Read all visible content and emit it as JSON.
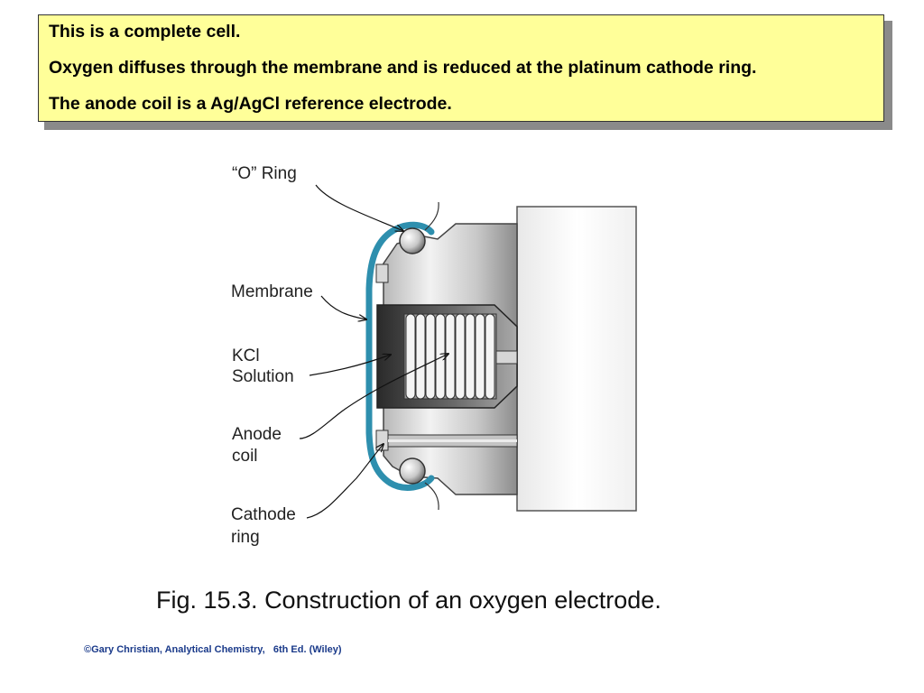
{
  "callout": {
    "lines": [
      "This is a complete cell.",
      "Oxygen diffuses through the membrane and is reduced at the platinum cathode ring.",
      "The anode coil is a Ag/AgCl reference electrode."
    ]
  },
  "diagram": {
    "labels": {
      "o_ring": "“O” Ring",
      "membrane": "Membrane",
      "kcl_line1": "KCl",
      "kcl_line2": "Solution",
      "anode_line1": "Anode",
      "anode_line2": "coil",
      "cathode_line1": "Cathode",
      "cathode_line2": "ring"
    }
  },
  "caption": "Fig. 15.3. Construction of an oxygen electrode.",
  "credit": "©Gary Christian, Analytical Chemistry,   6th Ed. (Wiley)"
}
